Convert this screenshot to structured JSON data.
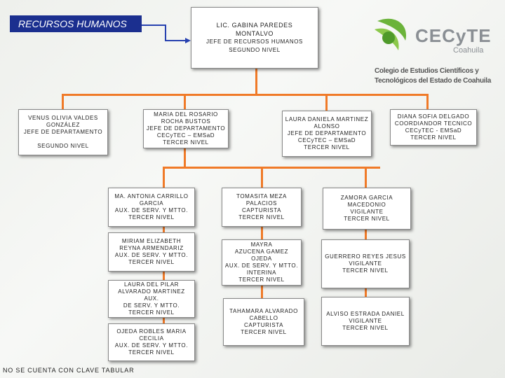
{
  "header": {
    "title": "RECURSOS HUMANOS"
  },
  "logo": {
    "brand": "CECyTE",
    "region": "Coahuila",
    "line1": "Colegio de Estudios Científicos y",
    "line2": "Tecnológicos del Estado de Coahuila"
  },
  "nodes": {
    "head": [
      "LIC. GABINA PAREDES",
      "MONTALVO",
      "JEFE DE RECURSOS HUMANOS",
      "SEGUNDO NIVEL"
    ],
    "venus": [
      "VENUS OLIVIA VALDES",
      "GONZÁLEZ",
      "JEFE DE DEPARTAMENTO",
      "",
      "SEGUNDO NIVEL"
    ],
    "maria": [
      "MARIA DEL ROSARIO",
      "ROCHA BUSTOS",
      "JEFE DE DEPARTAMENTO",
      "CECyTEC – EMSaD",
      "TERCER NIVEL"
    ],
    "laura_dm": [
      "LAURA DANIELA MARTINEZ",
      "ALONSO",
      "JEFE DE DEPARTAMENTO",
      "CECyTEC – EMSaD",
      "TERCER NIVEL"
    ],
    "diana": [
      "DIANA SOFIA DELGADO",
      "COORDIANDOR TECNICO",
      "CECyTEC - EMSaD",
      "TERCER NIVEL"
    ],
    "ma_antonia": [
      "MA. ANTONIA CARRILLO",
      "GARCIA",
      "AUX. DE SERV. Y MTTO.",
      "TERCER NIVEL"
    ],
    "miriam": [
      "MIRIAM ELIZABETH",
      "REYNA ARMENDARIZ",
      "AUX. DE SERV. Y MTTO.",
      "TERCER NIVEL"
    ],
    "laura_pilar": [
      "LAURA DEL PILAR",
      "ALVARADO MARTINEZ AUX.",
      "DE SERV. Y MTTO.",
      "TERCER NIVEL"
    ],
    "ojeda": [
      "OJEDA ROBLES MARIA",
      "CECILIA",
      "AUX. DE SERV. Y MTTO.",
      "TERCER NIVEL"
    ],
    "tomasita": [
      "TOMASITA MEZA",
      "PALACIOS",
      "CAPTURISTA",
      "TERCER NIVEL"
    ],
    "mayra": [
      "MAYRA",
      "AZUCENA GAMEZ OJEDA",
      "AUX. DE SERV. Y MTTO.",
      "INTERINA",
      "TERCER NIVEL"
    ],
    "tahamara": [
      "TAHAMARA ALVARADO",
      "CABELLO",
      "CAPTURISTA",
      "TERCER NIVEL"
    ],
    "zamora": [
      "ZAMORA GARCIA",
      "MACEDONIO",
      "VIGILANTE",
      "TERCER NIVEL"
    ],
    "guerrero": [
      "GUERRERO REYES JESUS",
      "VIGILANTE",
      "TERCER NIVEL"
    ],
    "alviso": [
      "ALVISO ESTRADA DANIEL",
      "VIGILANTE",
      "TERCER NIVEL"
    ]
  },
  "footer": "NO SE CUENTA CON CLAVE TABULAR"
}
